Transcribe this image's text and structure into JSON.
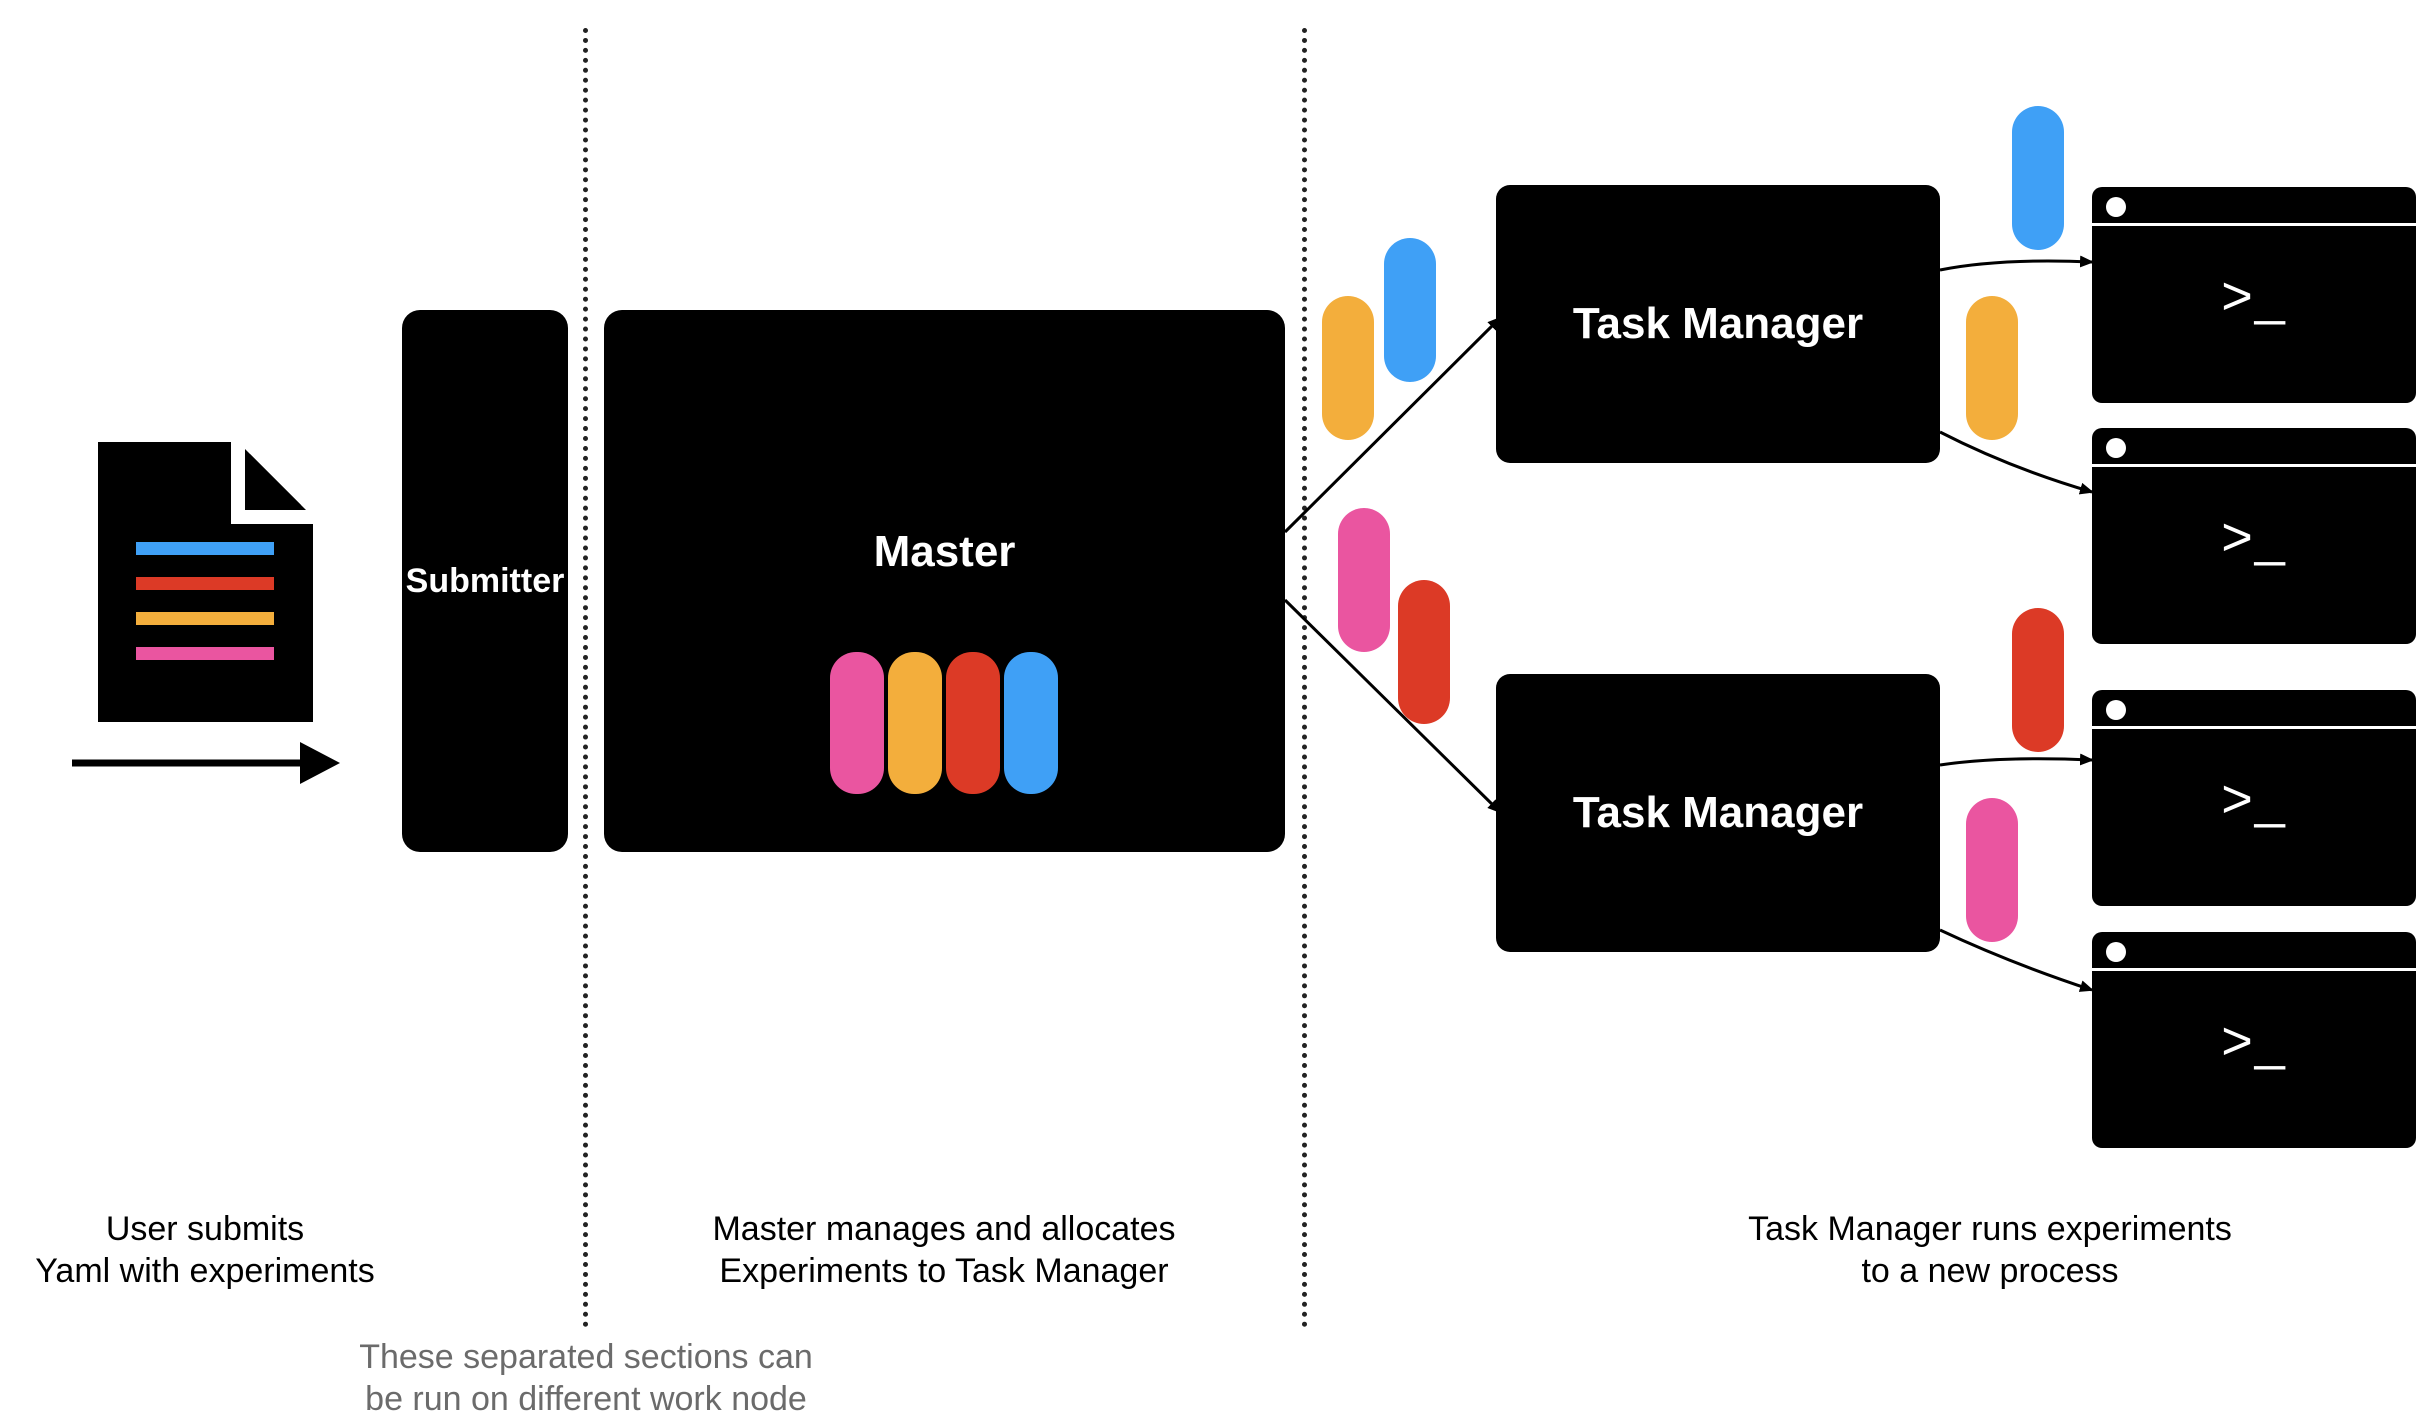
{
  "boxes": {
    "submitter": "Submitter",
    "master": "Master",
    "task_manager_1": "Task Manager",
    "task_manager_2": "Task Manager"
  },
  "terminal_prompt": ">_",
  "captions": {
    "user_submits": [
      "User submits",
      "Yaml with experiments"
    ],
    "master_manages": [
      "Master manages and allocates",
      "Experiments to Task Manager"
    ],
    "task_manager_runs": [
      "Task Manager runs experiments",
      "to a new process"
    ],
    "separated_note": [
      "These separated sections can",
      "be run on different work node"
    ]
  },
  "colors": {
    "blue": "#3fa0f6",
    "red": "#dc3a26",
    "orange": "#f3ae3c",
    "pink": "#ea55a0"
  }
}
